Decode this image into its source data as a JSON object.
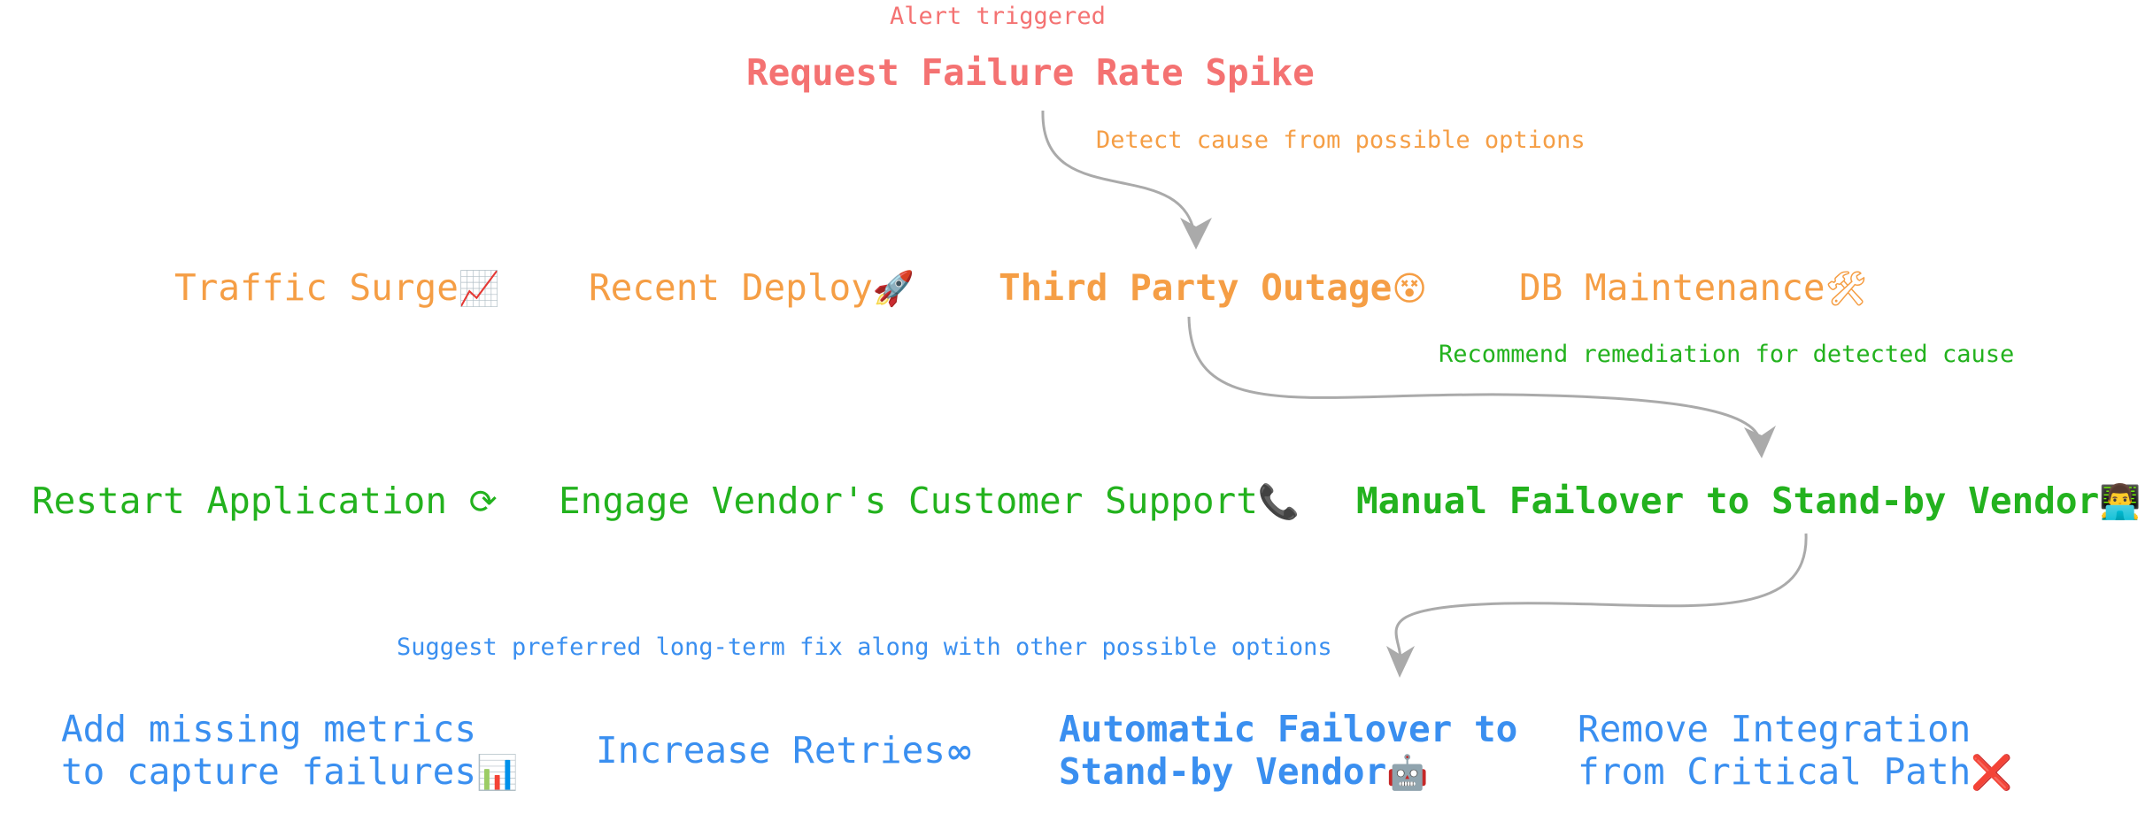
{
  "colors": {
    "red": "#f47272",
    "orange": "#f59e45",
    "green": "#23b21e",
    "blue": "#3a8ff0",
    "arrow": "#aaaaaa"
  },
  "top": {
    "annotation": "Alert triggered",
    "title": "Request Failure Rate Spike"
  },
  "causes": {
    "annotation": "Detect cause from possible options",
    "items": [
      {
        "label": "Traffic Surge",
        "icon": "📈"
      },
      {
        "label": "Recent Deploy",
        "icon": "🚀"
      },
      {
        "label": "Third Party Outage",
        "icon": "😵"
      },
      {
        "label": "DB Maintenance",
        "icon": "🛠"
      }
    ]
  },
  "remediation": {
    "annotation": "Recommend remediation for detected cause",
    "items": [
      {
        "label": "Restart Application",
        "icon": "⟳"
      },
      {
        "label": "Engage Vendor's Customer Support",
        "icon": "📞"
      },
      {
        "label": "Manual Failover to Stand-by Vendor",
        "icon": "👨‍💻"
      }
    ]
  },
  "fixes": {
    "annotation": "Suggest preferred long-term fix along with other possible options",
    "items": [
      {
        "label": "Add missing metrics\nto capture failures",
        "icon": "📊"
      },
      {
        "label": "Increase Retries",
        "icon": "∞"
      },
      {
        "label": "Automatic Failover to\nStand-by Vendor",
        "icon": "🤖"
      },
      {
        "label": "Remove Integration\nfrom Critical Path",
        "icon": "❌"
      }
    ]
  }
}
